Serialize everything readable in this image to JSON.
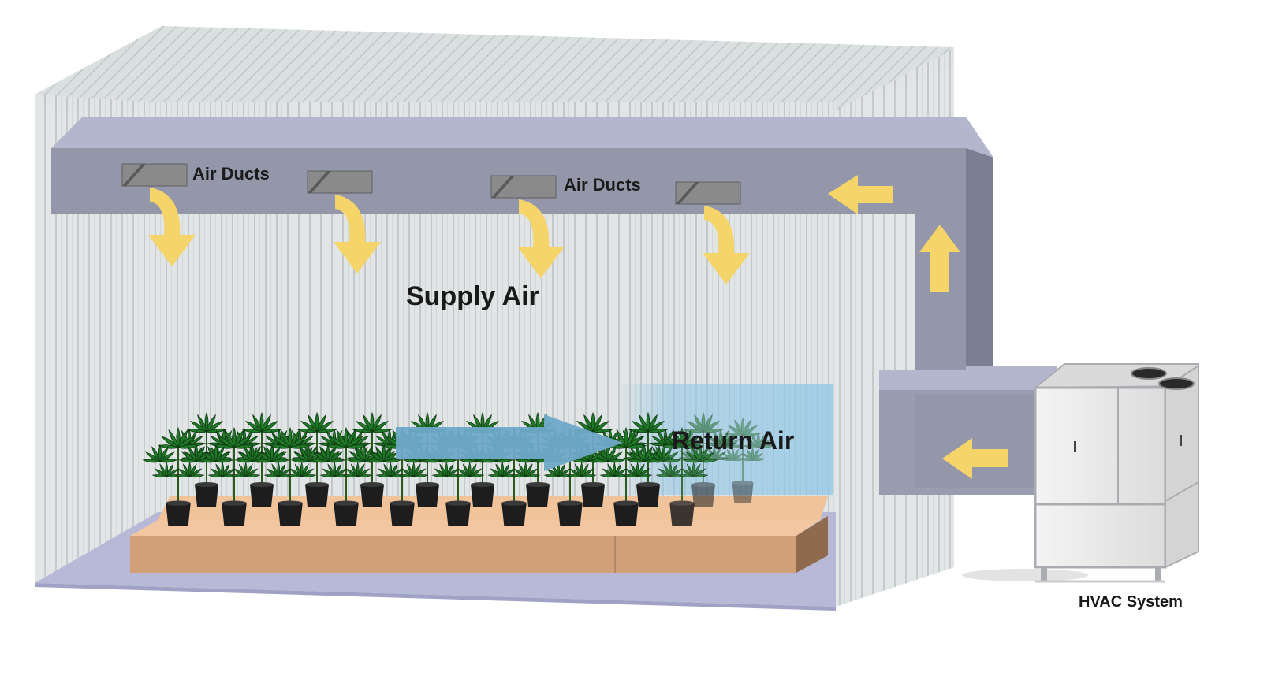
{
  "labels": {
    "air_ducts_1": "Air Ducts",
    "air_ducts_2": "Air Ducts",
    "supply_air": "Supply Air",
    "return_air": "Return Air",
    "hvac_system": "HVAC System"
  },
  "colors": {
    "wall": "#dfe3e3",
    "wall_stripe": "#c3c9ca",
    "duct_front": "#9497aa",
    "duct_top": "#b3b6cc",
    "duct_side": "#7c7f92",
    "vent": "#8a8a8a",
    "supply_arrow": "#f5d46a",
    "return_arrow": "#6fa9c9",
    "return_zone": "#8ec6e6",
    "bench_top": "#f2c6a0",
    "bench_front": "#d19f78",
    "bench_side": "#8f6a4d",
    "floor": "#b7b9d7",
    "pot": "#1d1d1d",
    "leaf": "#1f7a28",
    "hvac_body": "#ececec",
    "hvac_frame": "#a9acb0"
  },
  "icons": {
    "supply_arrow": "curved-down-arrow-icon",
    "return_arrow": "right-arrow-icon",
    "duct_arrow_left": "left-arrow-icon",
    "duct_arrow_up": "up-arrow-icon",
    "plant": "potted-plant-icon",
    "fan": "fan-icon"
  }
}
